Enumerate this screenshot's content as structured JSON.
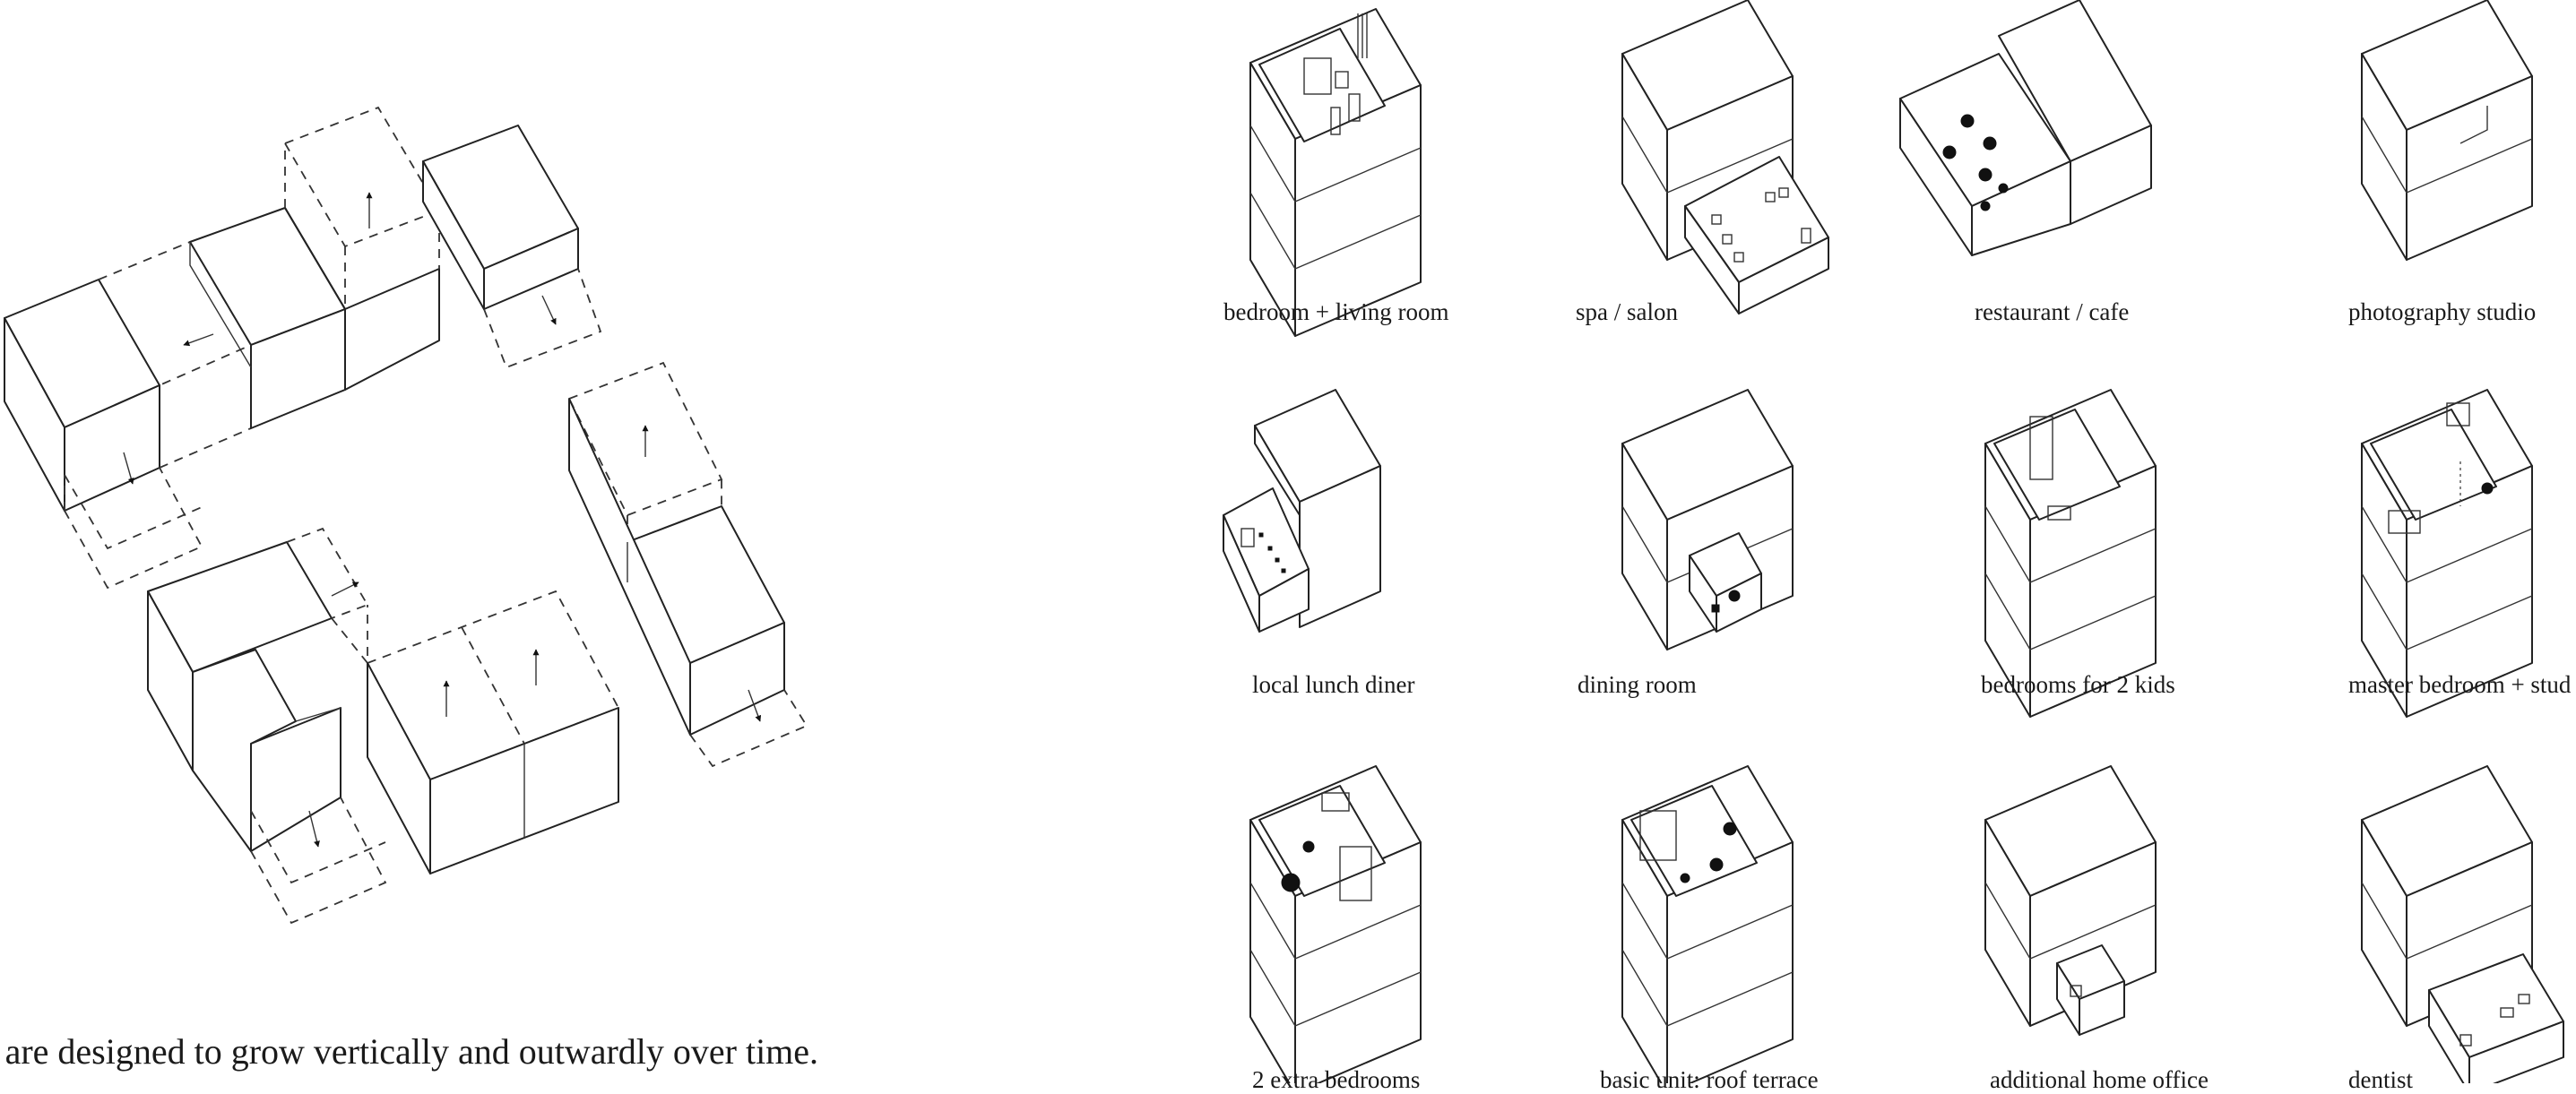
{
  "main_text": "gs are designed to grow vertically and outwardly over time.",
  "grid": [
    {
      "label": "bedroom + living room"
    },
    {
      "label": "spa / salon"
    },
    {
      "label": "restaurant / cafe"
    },
    {
      "label": "photography studio"
    },
    {
      "label": "local lunch diner"
    },
    {
      "label": "dining room"
    },
    {
      "label": "bedrooms for 2 kids"
    },
    {
      "label": "master bedroom + stud"
    },
    {
      "label": "2 extra bedrooms"
    },
    {
      "label": "basic unit: roof terrace"
    },
    {
      "label": "additional home office"
    },
    {
      "label": "dentist"
    }
  ]
}
